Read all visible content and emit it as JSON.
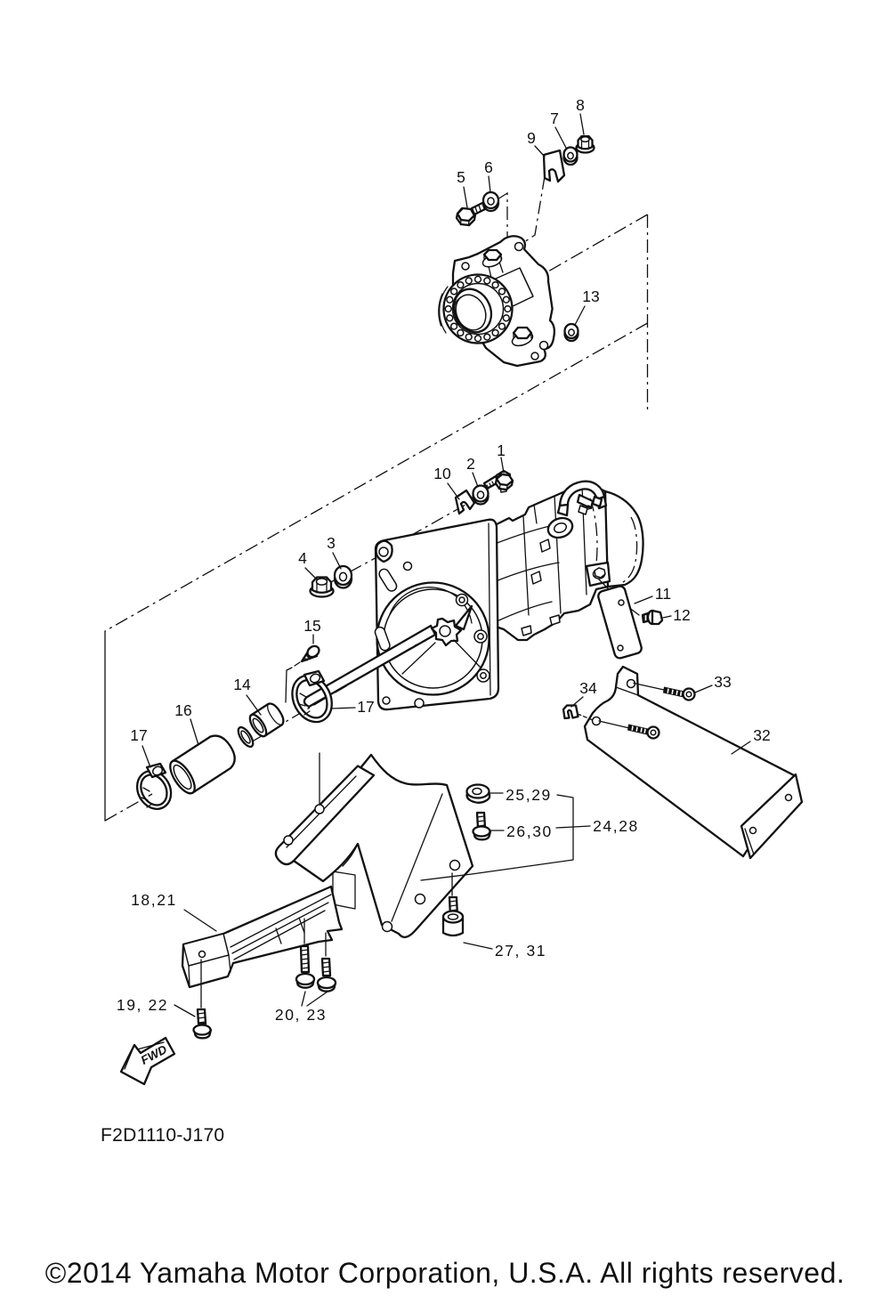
{
  "document": {
    "type": "exploded-parts-diagram",
    "drawing_code": "F2D1110-J170",
    "copyright": "©2014 Yamaha Motor Corporation, U.S.A. All rights reserved.",
    "direction_indicator": "FWD"
  },
  "callouts": {
    "c1": {
      "text": "1"
    },
    "c2": {
      "text": "2"
    },
    "c3": {
      "text": "3"
    },
    "c4": {
      "text": "4"
    },
    "c5": {
      "text": "5"
    },
    "c6": {
      "text": "6"
    },
    "c7": {
      "text": "7"
    },
    "c8": {
      "text": "8"
    },
    "c9": {
      "text": "9"
    },
    "c10": {
      "text": "10"
    },
    "c11": {
      "text": "11"
    },
    "c12": {
      "text": "12"
    },
    "c13": {
      "text": "13"
    },
    "c14": {
      "text": "14"
    },
    "c15": {
      "text": "15"
    },
    "c16": {
      "text": "16"
    },
    "c17a": {
      "text": "17"
    },
    "c17b": {
      "text": "17"
    },
    "c18": {
      "text": "18,21"
    },
    "c19": {
      "text": "19, 22"
    },
    "c20": {
      "text": "20, 23"
    },
    "c24": {
      "text": "24,28"
    },
    "c25": {
      "text": "25,29"
    },
    "c26": {
      "text": "26,30"
    },
    "c27": {
      "text": "27, 31"
    },
    "c32": {
      "text": "32"
    },
    "c33": {
      "text": "33"
    },
    "c34": {
      "text": "34"
    }
  }
}
